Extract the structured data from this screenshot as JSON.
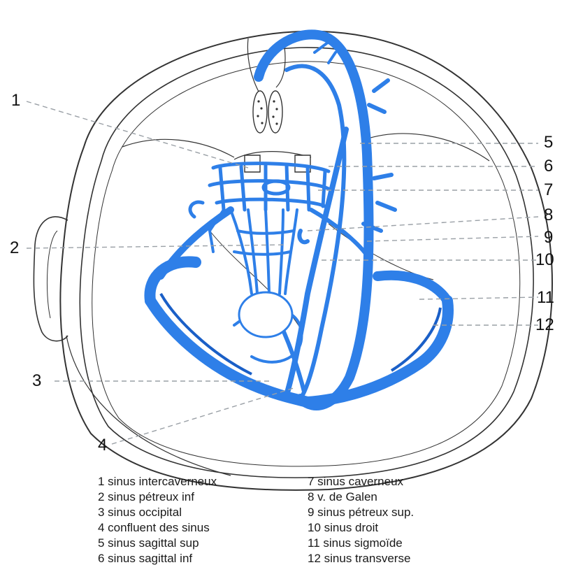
{
  "numbers": {
    "n1": "1",
    "n2": "2",
    "n3": "3",
    "n4": "4",
    "n5": "5",
    "n6": "6",
    "n7": "7",
    "n8": "8",
    "n9": "9",
    "n10": "10",
    "n11": "11",
    "n12": "12"
  },
  "legend_left": [
    "1 sinus intercaverneux",
    "2 sinus pétreux inf",
    "3 sinus occipital",
    "4 confluent des sinus",
    "5 sinus sagittal sup",
    "6 sinus sagittal inf"
  ],
  "legend_right": [
    "7 sinus caverneux",
    "8 v. de Galen",
    "9 sinus pétreux sup.",
    "10 sinus droit",
    "11 sinus sigmoïde",
    "12 sinus transverse"
  ],
  "colors": {
    "sinus": "#2e7fe8",
    "sinus_dark": "#1a5fc7",
    "outline": "#333333",
    "leader": "#9aa0a6"
  }
}
